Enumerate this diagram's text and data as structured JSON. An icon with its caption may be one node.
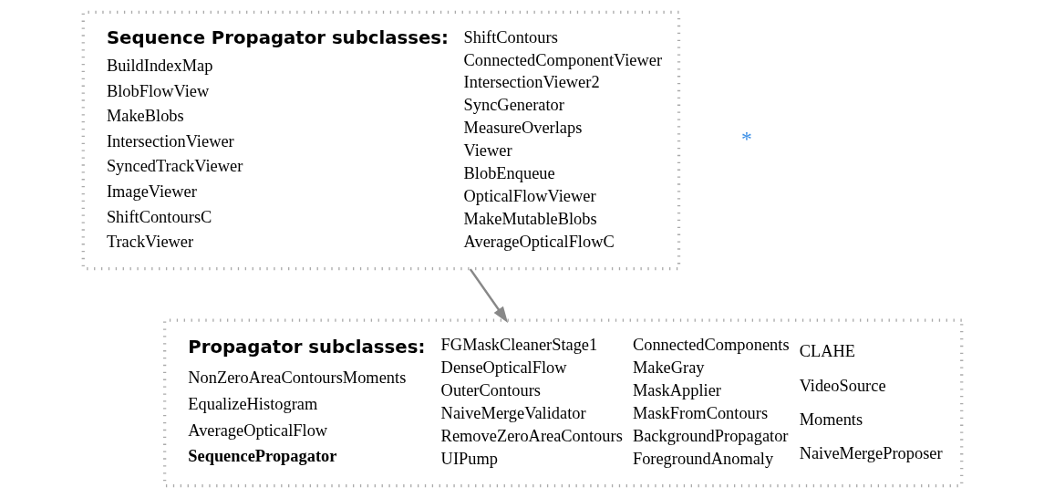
{
  "diagram": {
    "nodes": [
      {
        "text": [
          "Propagator subclasses:",
          "NonZeroAreaContoursMoments",
          "EqualizeHistogram",
          "AverageOpticalFlow",
          "SequencePropagator",
          "FGMaskCleanerStage1",
          "DenseOpticalFlow",
          "OuterContours",
          "NaiveMergeValidator",
          "RemoveZeroAreaContours",
          "UIPump",
          "ConnectedComponents",
          "MakeGray",
          "MaskApplier",
          "MaskFromContours",
          "BackgroundPropagator",
          "ForegroundAnomaly",
          "CLAHE",
          "VideoSource",
          "Moments",
          "NaiveMergeProposer"
        ]
      },
      {
        "text": [
          "Sequence Propagator subclasses:",
          "BuildIndexMap",
          "BlobFlowView",
          "MakeBlobs",
          "IntersectionViewer",
          "SyncedTrackViewer",
          "ImageViewer",
          "ShiftContoursC",
          "TrackViewer",
          "ShiftContours",
          "ConnectedComponentViewer",
          "IntersectionViewer2",
          "SyncGenerator",
          "MeasureOverlaps",
          "Viewer",
          "BlobEnqueue",
          "OpticalFlowViewer",
          "MakeMutableBlobs",
          "AverageOpticalFlowC"
        ]
      }
    ],
    "edges": [
      {
        "from": 1,
        "to": 0,
        "arrow": "to"
      }
    ],
    "labels": [
      "*"
    ]
  }
}
